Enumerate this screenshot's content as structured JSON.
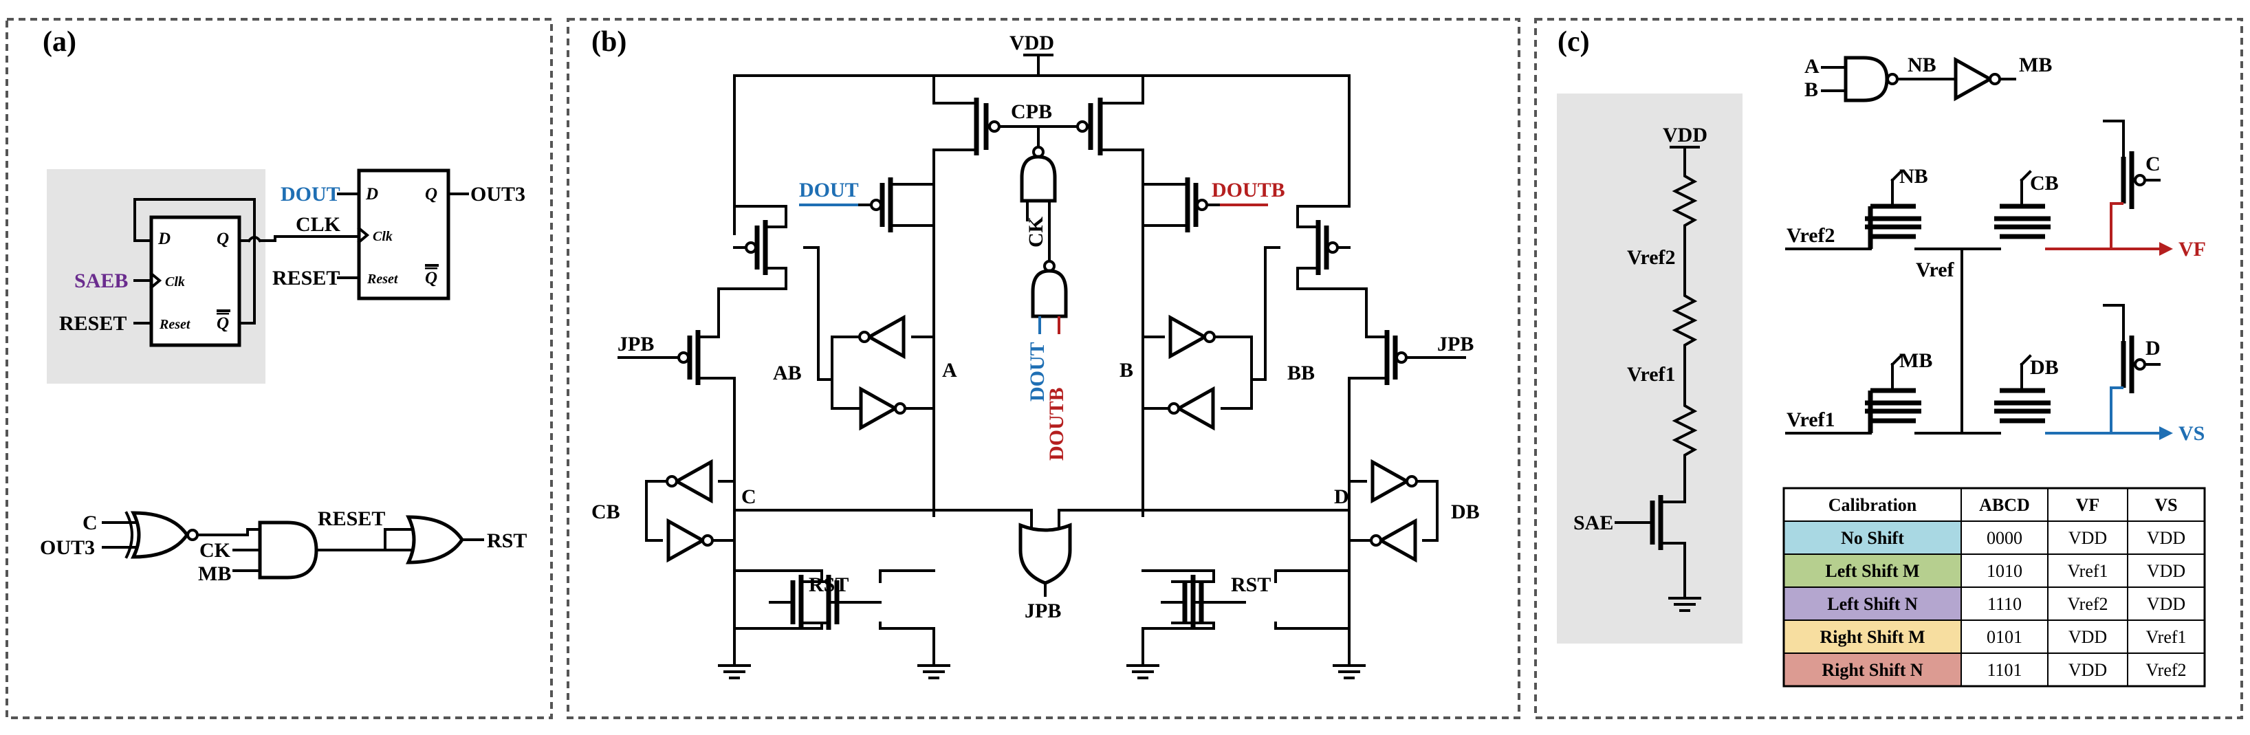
{
  "panels": {
    "a": "(a)",
    "b": "(b)",
    "c": "(c)"
  },
  "panel_a": {
    "ff1": {
      "d": "D",
      "q": "Q",
      "clk": "Clk",
      "reset": "Reset",
      "qbar": "Q"
    },
    "ff2": {
      "d": "D",
      "q": "Q",
      "clk": "Clk",
      "reset": "Reset",
      "qbar": "Q"
    },
    "saeb": "SAEB",
    "reset": "RESET",
    "dout": "DOUT",
    "clk": "CLK",
    "reset2": "RESET",
    "out3": "OUT3",
    "c": "C",
    "out3_b": "OUT3",
    "ck": "CK",
    "mb": "MB",
    "reset_out": "RESET",
    "rst": "RST"
  },
  "panel_b": {
    "vdd": "VDD",
    "cpb": "CPB",
    "dout": "DOUT",
    "doutb": "DOUTB",
    "ck": "CK",
    "jpb_left": "JPB",
    "jpb_right": "JPB",
    "ab": "AB",
    "a": "A",
    "b": "B",
    "bb": "BB",
    "dout_v": "DOUT",
    "doutb_v": "DOUTB",
    "cb": "CB",
    "c": "C",
    "d": "D",
    "db": "DB",
    "rst_left": "RST",
    "rst_right": "RST",
    "jpb_bottom": "JPB"
  },
  "panel_c": {
    "vdd": "VDD",
    "vref2_div": "Vref2",
    "vref1_div": "Vref1",
    "sae": "SAE",
    "gate_a": "A",
    "gate_b": "B",
    "nb_out": "NB",
    "mb_out": "MB",
    "nb": "NB",
    "cb": "CB",
    "c": "C",
    "vref2": "Vref2",
    "vref": "Vref",
    "vf": "VF",
    "d": "D",
    "mb": "MB",
    "db": "DB",
    "vref1": "Vref1",
    "vs": "VS",
    "table": {
      "headers": [
        "Calibration",
        "ABCD",
        "VF",
        "VS"
      ],
      "rows": [
        {
          "name": "No Shift",
          "abcd": "0000",
          "vf": "VDD",
          "vs": "VDD",
          "color": "#a9d8e3"
        },
        {
          "name": "Left Shift M",
          "abcd": "1010",
          "vf": "Vref1",
          "vs": "VDD",
          "color": "#b6cf8f"
        },
        {
          "name": "Left Shift N",
          "abcd": "1110",
          "vf": "Vref2",
          "vs": "VDD",
          "color": "#b4a6cf"
        },
        {
          "name": "Right Shift M",
          "abcd": "0101",
          "vf": "VDD",
          "vs": "Vref1",
          "color": "#f7dea0"
        },
        {
          "name": "Right Shift N",
          "abcd": "1101",
          "vf": "VDD",
          "vs": "Vref2",
          "color": "#dc9b92"
        }
      ]
    }
  },
  "colors": {
    "blue": "#1f6fb4",
    "red": "#b51f1f",
    "purple": "#6a2c8e",
    "gray_bg": "#e4e4e4"
  }
}
